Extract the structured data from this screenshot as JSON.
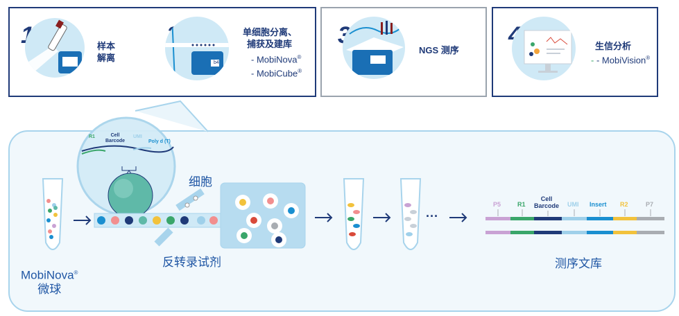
{
  "steps": [
    {
      "num": "1",
      "lines": [
        "样本",
        "解离"
      ],
      "sub": []
    },
    {
      "num": "2",
      "lines": [
        "单细胞分离、",
        "捕获及建库"
      ],
      "sub": [
        "- MobiNova",
        "- MobiCube"
      ]
    },
    {
      "num": "3",
      "lines": [
        "NGS 测序"
      ],
      "sub": []
    },
    {
      "num": "4",
      "lines": [
        "生信分析"
      ],
      "sub": [
        "- MobiVision"
      ]
    }
  ],
  "reg_mark": "®",
  "bead_labels": {
    "r1": "R1",
    "cell_barcode_1": "Cell",
    "cell_barcode_2": "Barcode",
    "umi": "UMI",
    "polyd": "Poly d (T)"
  },
  "chip_label": "b4",
  "labels": {
    "cell": "细胞",
    "reagent": "反转录试剂",
    "mobinova": "MobiNova",
    "beads": "微球",
    "library": "测序文库",
    "ellipsis": "···"
  },
  "library_segments": [
    {
      "label": "P5",
      "color": "#c9a2d4"
    },
    {
      "label": "R1",
      "color": "#3aa66a"
    },
    {
      "label_1": "Cell",
      "label_2": "Barcode",
      "color": "#1f3a78"
    },
    {
      "label": "UMI",
      "color": "#9fd0ea"
    },
    {
      "label": "Insert",
      "color": "#1a8fd0"
    },
    {
      "label": "R2",
      "color": "#f2c23c"
    },
    {
      "label": "P7",
      "color": "#a9adb2"
    }
  ],
  "colors": {
    "navy": "#1f3a78",
    "light_blue": "#a8d4ec",
    "panel": "#f1f8fc"
  }
}
